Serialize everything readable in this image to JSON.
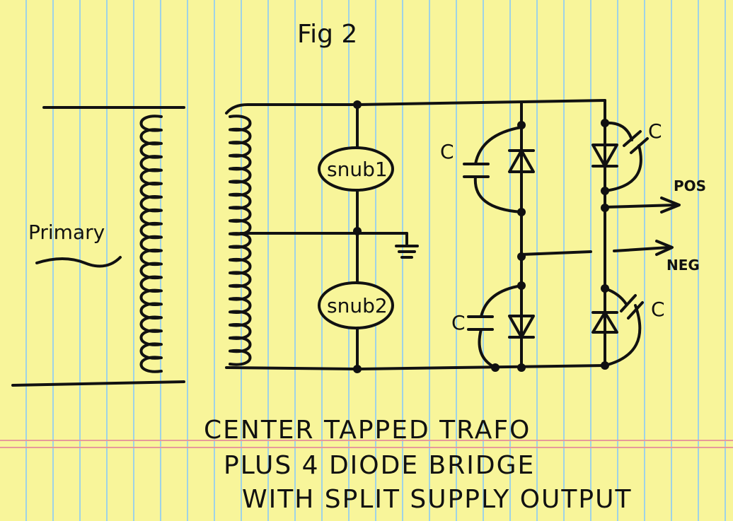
{
  "figure": {
    "title": "Fig 2"
  },
  "labels": {
    "primary": "Primary",
    "snub1": "snub1",
    "snub2": "snub2",
    "capacitor": "C",
    "pos": "POS",
    "neg": "NEG"
  },
  "caption": {
    "line1": "CENTER TAPPED TRAFO",
    "line2": "PLUS  4 DIODE  BRIDGE",
    "line3": "WITH  SPLIT SUPPLY OUTPUT"
  },
  "colors": {
    "paper": "#f8f59a",
    "grid": "#9fd3e6",
    "margin_line": "#e69a9a",
    "ink": "#111111"
  }
}
